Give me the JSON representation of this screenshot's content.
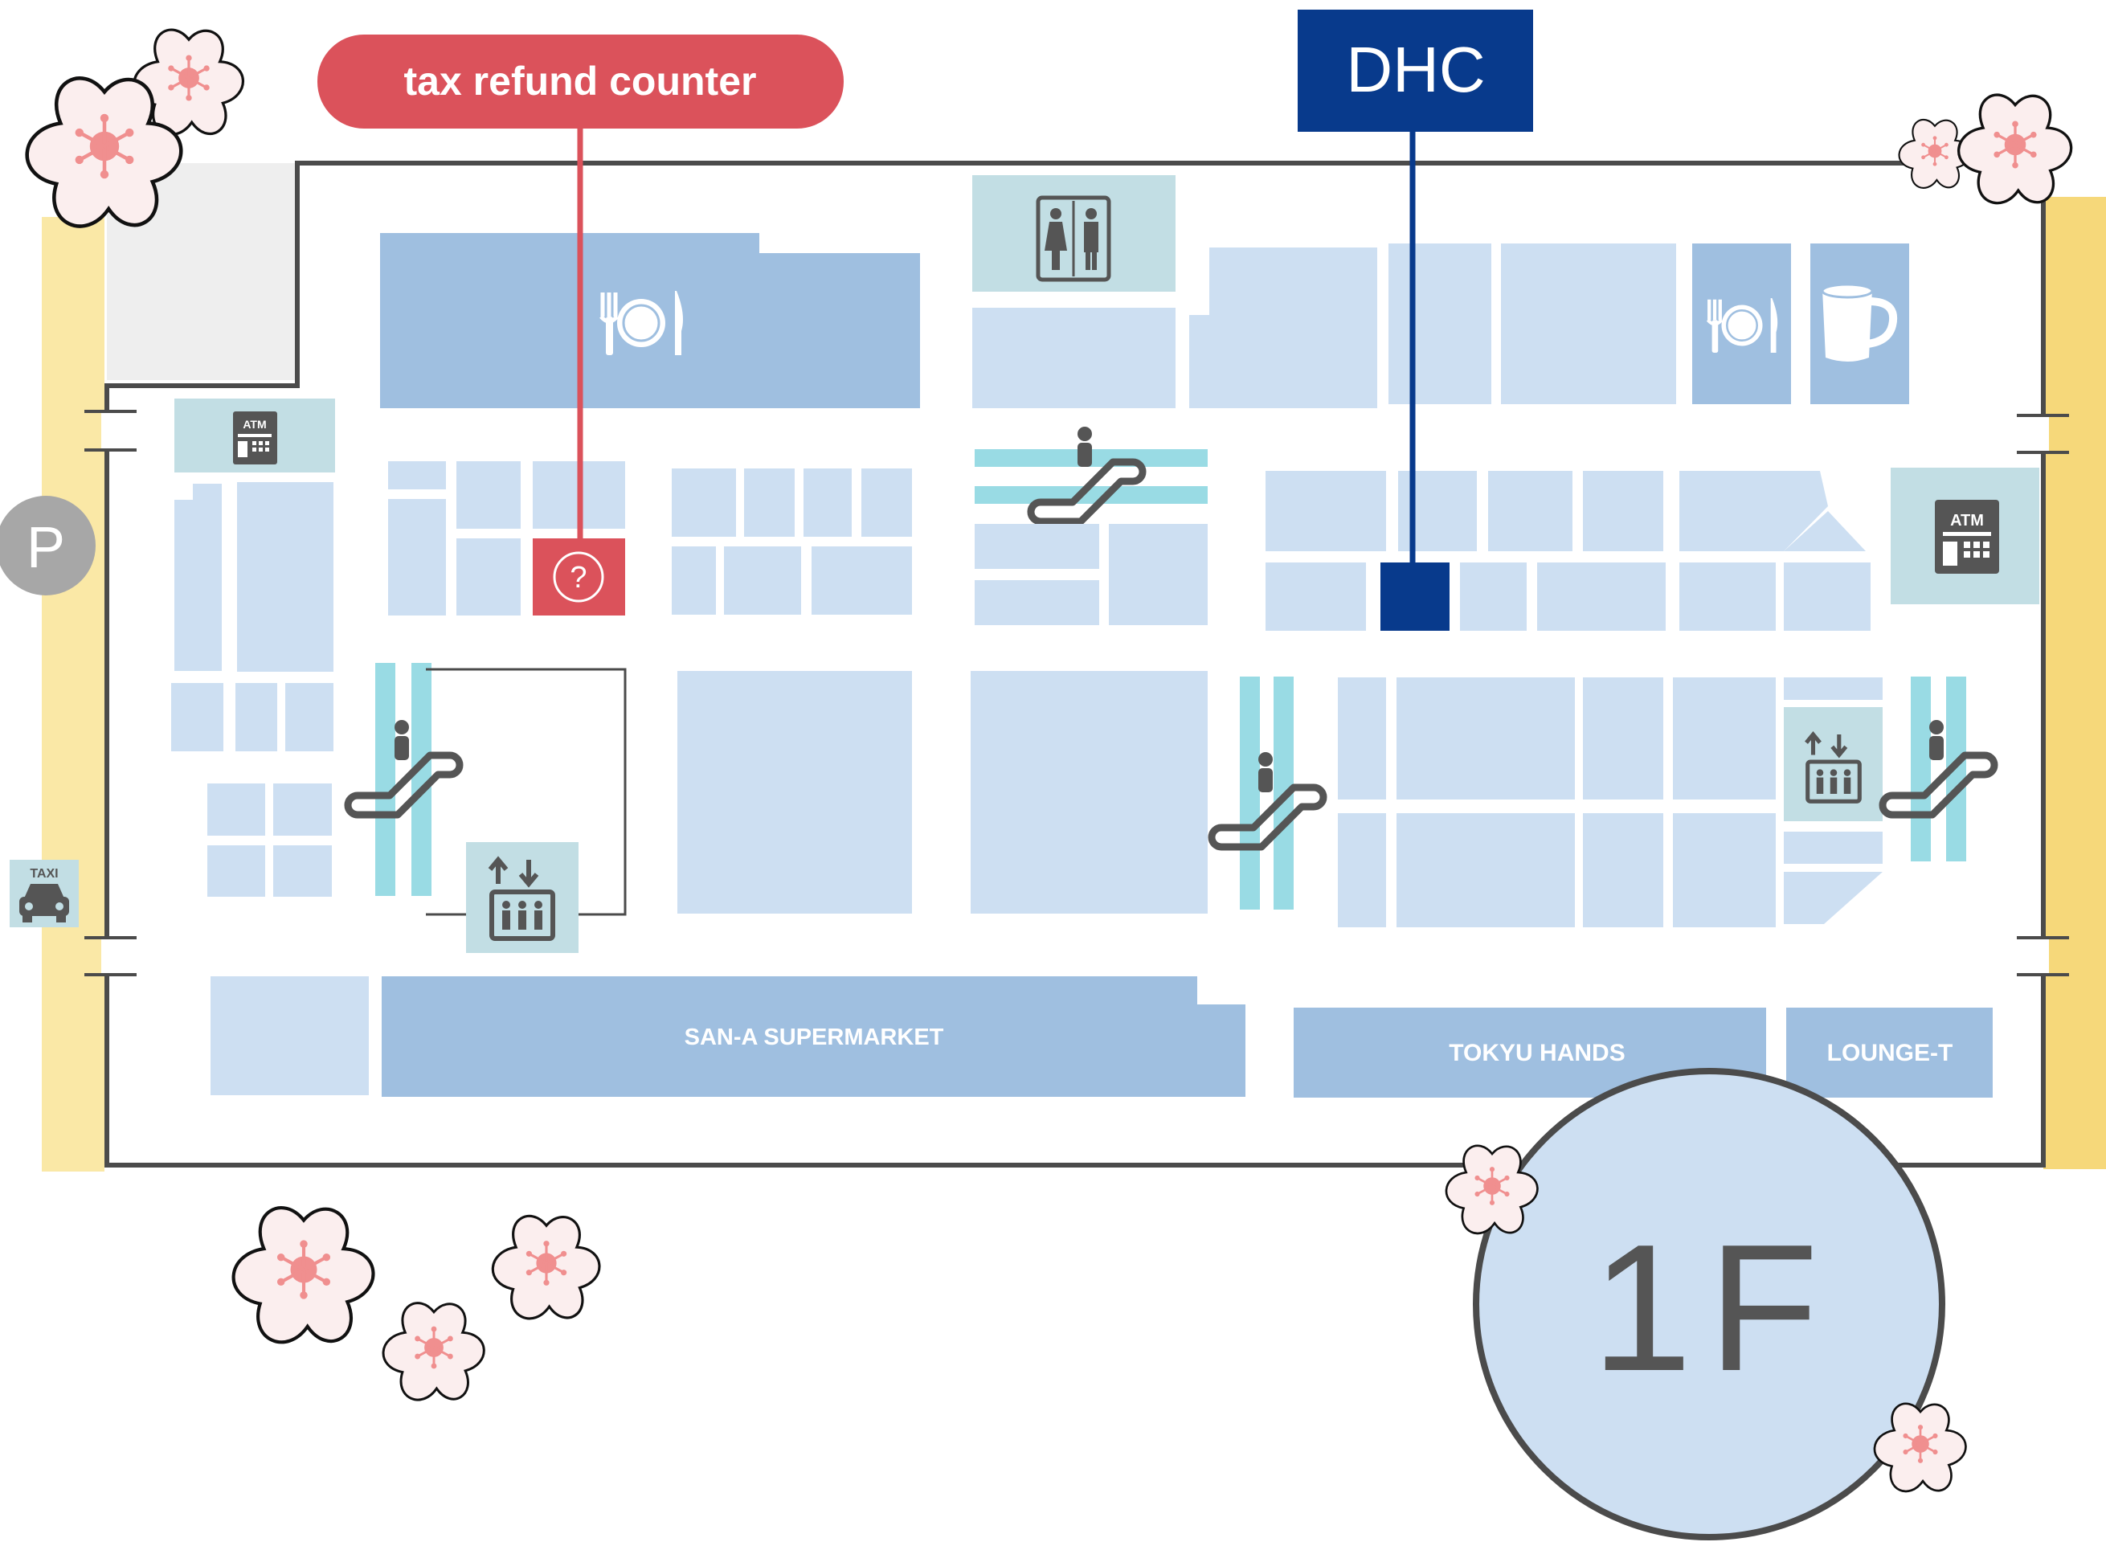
{
  "callouts": {
    "tax_refund": {
      "label": "tax refund counter",
      "color": "#db525b"
    },
    "dhc": {
      "label": "DHC",
      "color": "#083a8c"
    }
  },
  "stores": {
    "supermarket": "SAN-A SUPERMARKET",
    "tokyu_hands": "TOKYU HANDS",
    "lounge": "LOUNGE-T"
  },
  "icons": {
    "atm_label": "ATM",
    "taxi_label": "TAXI",
    "parking_label": "P"
  },
  "floor": {
    "label": "1F"
  },
  "colors": {
    "store": "#cddff2",
    "store_dark": "#9fbfe0",
    "facility": "#c2dee4",
    "escalator": "#99dbe4",
    "road": "#fae8a6",
    "road_right": "#f6d87a",
    "outline": "#4b4b4b",
    "icon": "#555555"
  }
}
